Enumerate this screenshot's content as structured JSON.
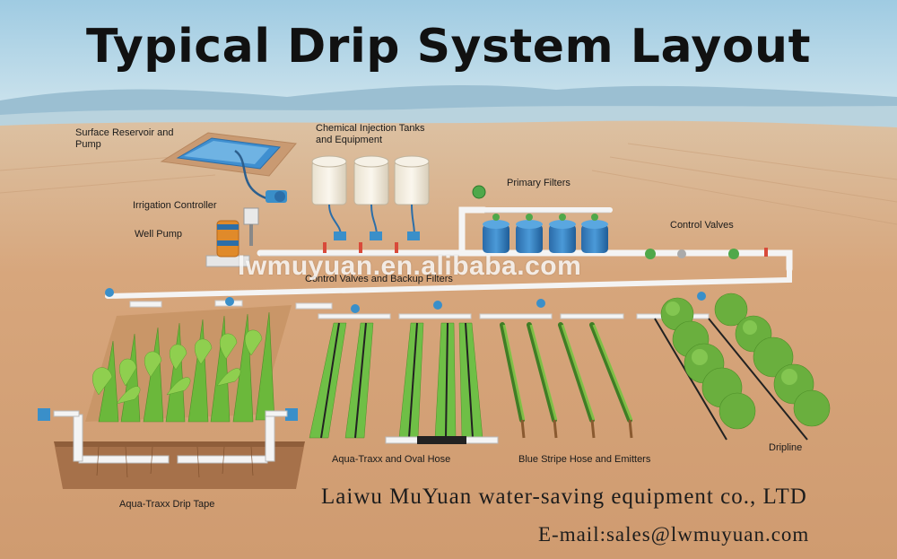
{
  "title": "Typical Drip System Layout",
  "labels": {
    "surface_reservoir": "Surface Reservoir and Pump",
    "chemical_tanks": "Chemical Injection Tanks and Equipment",
    "irrigation_controller": "Irrigation Controller",
    "well_pump": "Well Pump",
    "primary_filters": "Primary Filters",
    "control_valves": "Control Valves",
    "control_valves_backup": "Control Valves and Backup Filters",
    "aqua_traxx_oval": "Aqua-Traxx and Oval Hose",
    "blue_stripe": "Blue Stripe Hose and Emitters",
    "dripline": "Dripline",
    "aqua_traxx_tape": "Aqua-Traxx Drip Tape"
  },
  "watermark": "lwmuyuan.en.alibaba.com",
  "footer": {
    "company": "Laiwu MuYuan water-saving equipment co., LTD",
    "email": "E-mail:sales@lwmuyuan.com"
  },
  "colors": {
    "sky": "#a9cfe4",
    "ground": "#d9a77c",
    "pipe": "#f2f2f2",
    "filter_blue": "#2f7fc4",
    "valve_green": "#4fa84a",
    "crop_green": "#5fae3c"
  }
}
